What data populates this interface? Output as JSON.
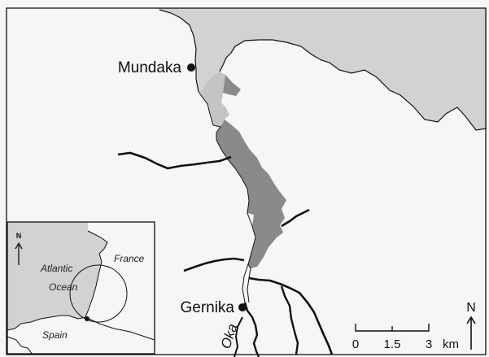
{
  "colors": {
    "sea": "#d2d2d2",
    "land": "#f6f6f6",
    "marsh": "#8a8a8a",
    "intertidal": "#c4c4c4",
    "line": "#111111"
  },
  "towns": [
    {
      "name": "Mundaka"
    },
    {
      "name": "Gernika"
    }
  ],
  "river": {
    "name": "Oka"
  },
  "scale_bar": {
    "ticks": [
      "0",
      "1.5",
      "3"
    ],
    "unit": "km"
  },
  "north_arrow": {
    "label": "N"
  },
  "inset": {
    "labels": {
      "france": "France",
      "atlantic": "Atlantic",
      "ocean": "Ocean",
      "spain": "Spain"
    },
    "north_label": "N"
  }
}
